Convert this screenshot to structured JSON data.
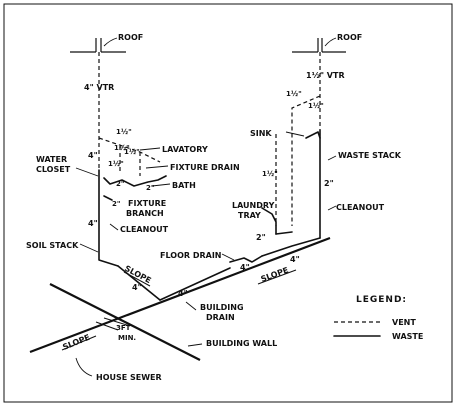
{
  "labels": {
    "roof_left": "ROOF",
    "roof_right": "ROOF",
    "vtr_left": "4\" VTR",
    "vtr_right": "1½\" VTR",
    "half_a": "1½\"",
    "half_b": "1½\"",
    "half_c": "1½\"",
    "half_d": "1½\"",
    "half_e": "1½\"",
    "half_f": "1½\"",
    "half_g": "1½\"",
    "lavatory": "LAVATORY",
    "fixture_drain": "FIXTURE DRAIN",
    "water_closet_1": "WATER",
    "water_closet_2": "CLOSET",
    "four_in_wc": "4\"",
    "bath": "BATH",
    "two_a": "2\"",
    "two_b": "2\"",
    "two_c": "2\"",
    "fixture_branch_1": "FIXTURE",
    "fixture_branch_2": "BRANCH",
    "cleanout_left": "CLEANOUT",
    "four_soil": "4\"",
    "soil_stack": "SOIL STACK",
    "sink": "SINK",
    "waste_stack": "WASTE STACK",
    "two_ws": "2\"",
    "cleanout_right": "CLEANOUT",
    "laundry_tray_1": "LAUNDRY",
    "laundry_tray_2": "TRAY",
    "two_lt": "2\"",
    "floor_drain": "FLOOR DRAIN",
    "four_fd": "4\"",
    "four_fd2": "4\"",
    "slope_a": "SLOPE",
    "slope_b": "SLOPE",
    "slope_c": "SLOPE",
    "four_bd1": "4\"",
    "four_bd2": "4\"",
    "building_drain_1": "BUILDING",
    "building_drain_2": "DRAIN",
    "building_wall": "BUILDING WALL",
    "three_ft": "3FT",
    "min": "MIN.",
    "house_sewer": "HOUSE SEWER"
  },
  "legend": {
    "title": "LEGEND:",
    "vent": "VENT",
    "waste": "WASTE"
  }
}
